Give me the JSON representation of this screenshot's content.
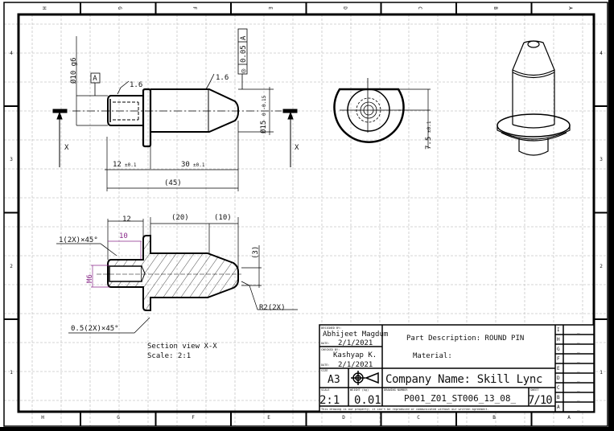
{
  "zones": {
    "columns": [
      "H",
      "G",
      "F",
      "E",
      "D",
      "C",
      "B",
      "A"
    ],
    "rows": [
      "4",
      "3",
      "2",
      "1"
    ]
  },
  "front_view": {
    "dia_shank": "Ø10 g6",
    "datum": "A",
    "roughness_1": "1.6",
    "roughness_2": "1.6",
    "tolerance": {
      "symbol": "◎",
      "value": "0.05",
      "datum": "A"
    },
    "dia_body": "Ø15",
    "dia_body_tol": "0 -0.15",
    "len_shank": "12",
    "len_shank_tol": "±0.1",
    "len_body": "30",
    "len_body_tol": "±0.1",
    "len_total": "(45)",
    "section_mark": "X"
  },
  "side_view": {
    "height": "7.5",
    "height_tol": "±0.1"
  },
  "section_view": {
    "dim_12": "12",
    "dim_20": "(20)",
    "dim_10_top": "(10)",
    "chamfer_1": "1(2X)×45°",
    "thread_len": "10",
    "thread": "M6",
    "dim_3": "(3)",
    "radius": "R2(2X)",
    "chamfer_2": "0.5(2X)×45°",
    "title": "Section view X-X",
    "scale": "Scale:  2:1"
  },
  "title_block": {
    "designed_by_label": "DESIGNED BY:",
    "designed_by": "Abhijeet Magdum",
    "date_label": "DATE:",
    "designed_date": "2/1/2021",
    "checked_by_label": "CHECKED BY:",
    "checked_by": "Kashyap K.",
    "checked_date": "2/1/2021",
    "part_description": "Part Description: ROUND PIN",
    "material": "Material:",
    "size_label": "SIZE",
    "size": "A3",
    "company": "Company Name: Skill Lync",
    "scale_label": "SCALE",
    "scale": "2:1",
    "weight_label": "WEIGHT (kg)",
    "weight": "0.01",
    "drawing_number_label": "DRAWING NUMBER",
    "drawing_number": "P001_Z01_ST006_13_08_",
    "sheet_label": "SHEET",
    "sheet": "7/10",
    "note": "This drawing is our property; it can't be reproduced or communicated without our written agreement.",
    "revisions": [
      {
        "letter": "I",
        "value": "_"
      },
      {
        "letter": "H",
        "value": "_"
      },
      {
        "letter": "G",
        "value": "_"
      },
      {
        "letter": "F",
        "value": "_"
      },
      {
        "letter": "E",
        "value": "_"
      },
      {
        "letter": "D",
        "value": "_"
      },
      {
        "letter": "C",
        "value": "_"
      },
      {
        "letter": "B",
        "value": "_"
      },
      {
        "letter": "A",
        "value": "_"
      }
    ]
  }
}
